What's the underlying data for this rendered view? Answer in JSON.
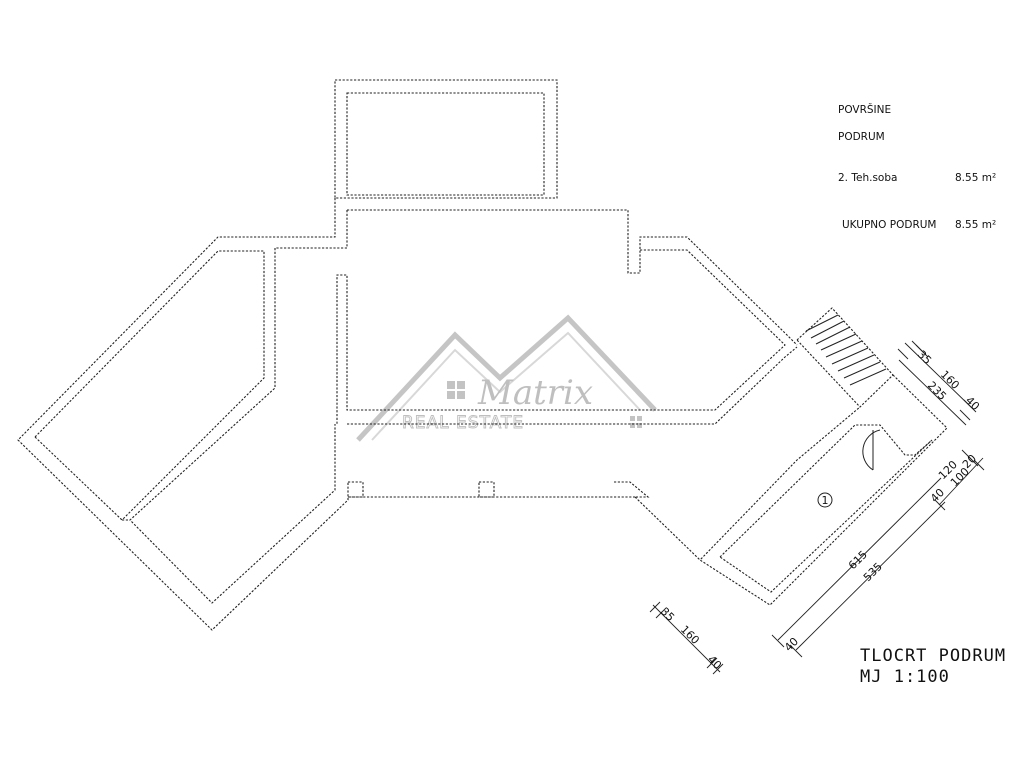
{
  "legend": {
    "heading": "POVRŠINE",
    "floor": "PODRUM",
    "rooms": [
      {
        "name": "2. Teh.soba",
        "area": "8.55 m²"
      }
    ],
    "total_label": "UKUPNO PODRUM",
    "total_area": "8.55 m²"
  },
  "sheet": {
    "title": "TLOCRT PODRUM",
    "scale": "MJ 1:100"
  },
  "room_marker": "1",
  "dimensions": {
    "stair_chain": [
      "35",
      "160",
      "40"
    ],
    "stair_total": "235",
    "room_side_chain": [
      "120",
      "100",
      "20"
    ],
    "room_side_40": "40",
    "room_outer": "615",
    "room_inner": "535",
    "room_bottom_40": "40",
    "left_chain": [
      "35",
      "160",
      "40"
    ]
  },
  "watermark": {
    "brand": "Matrix",
    "sub": "REAL ESTATE",
    "color": "#b9b9b9"
  }
}
